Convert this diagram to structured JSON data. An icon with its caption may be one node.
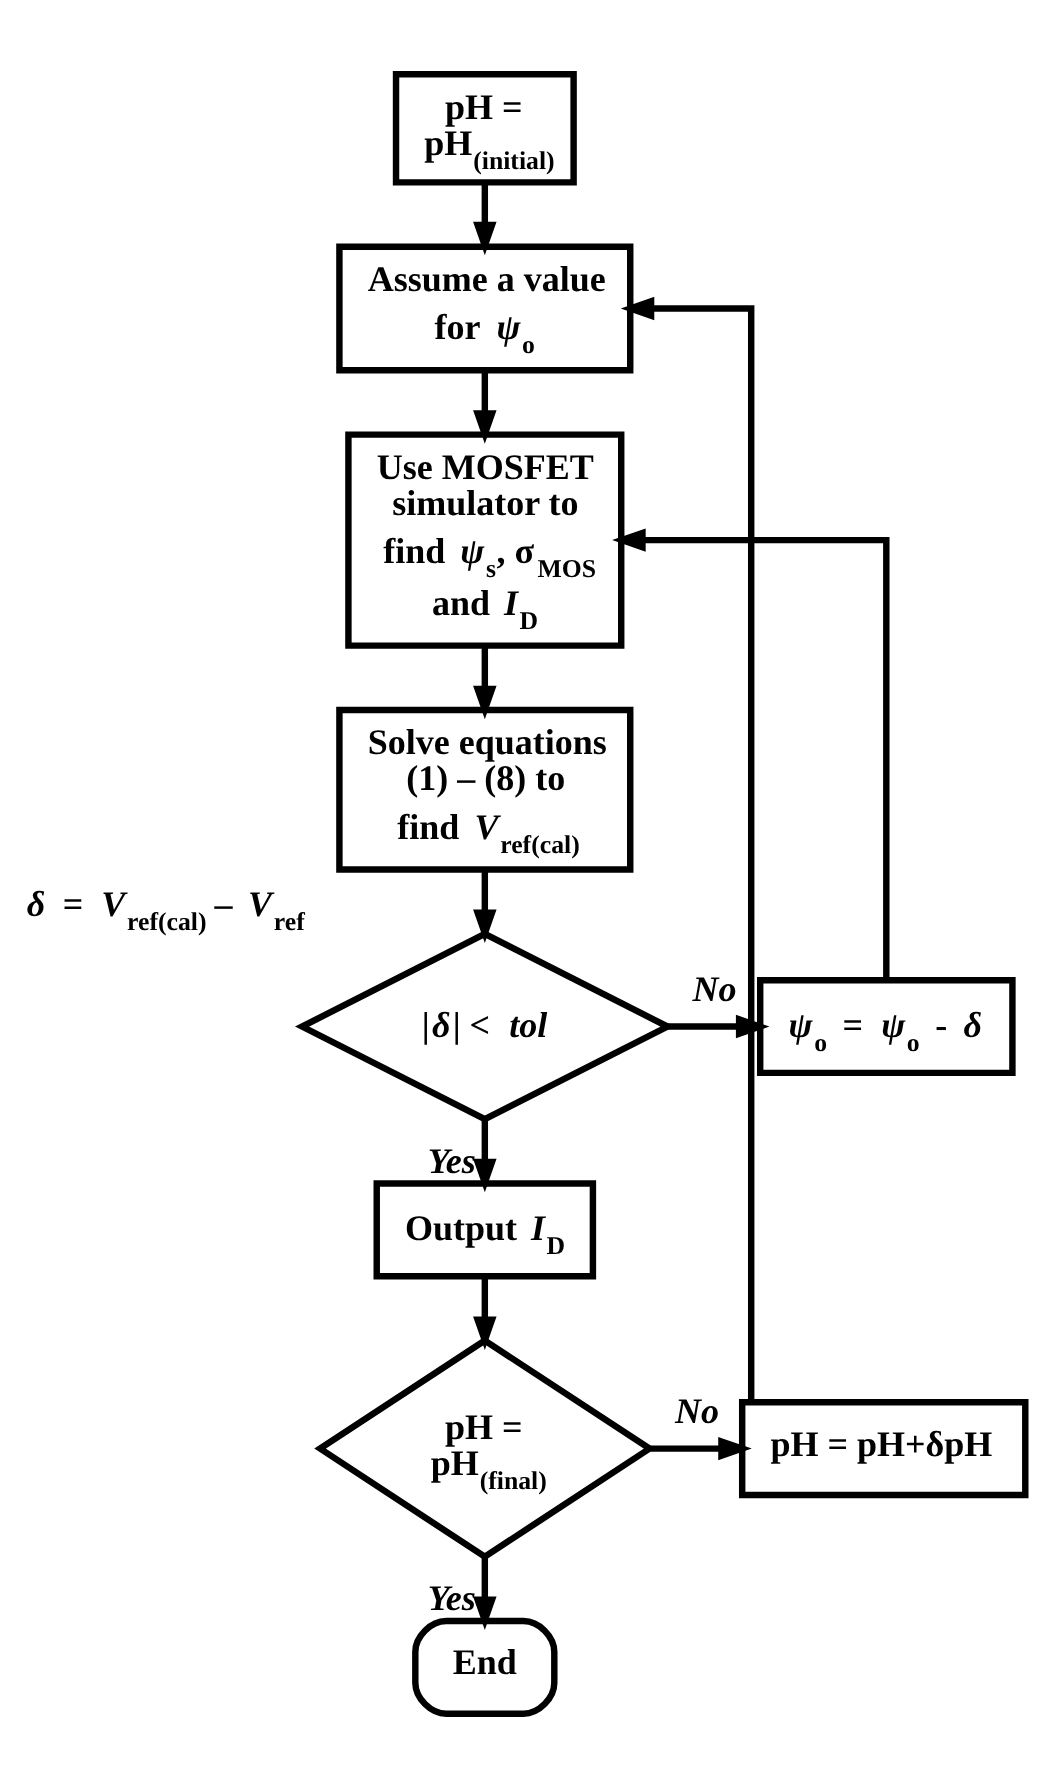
{
  "diagram": {
    "nodes": [
      {
        "text": [
          "pH = pH$_{(initial)}$"
        ]
      },
      {
        "text": [
          "Assume a value for *ψ*$_{o}$"
        ]
      },
      {
        "text": [
          "Use MOSFET simulator to find *ψ*$_{s}$, σ$_{MOS}$ and *I*$_{D}$"
        ]
      },
      {
        "text": [
          "Solve equations (1) – (8) to find *V*$_{ref(cal)}$"
        ]
      },
      {
        "text": [
          "|*δ*| < *tol*"
        ],
        "beside": [
          "*δ* = *V*$_{ref(cal)}$ – *V*$_{ref}$"
        ]
      },
      {
        "text": [
          "*ψ*$_{o}$ = *ψ*$_{o}$ - *δ*"
        ]
      },
      {
        "text": [
          "Output *I*$_{D}$"
        ]
      },
      {
        "text": [
          "pH = pH$_{(final)}$"
        ]
      },
      {
        "text": [
          "pH = pH+δpH"
        ]
      },
      {
        "text": [
          "End"
        ]
      }
    ],
    "edges": [
      {
        "from": 0,
        "to": 1,
        "arrow": "to"
      },
      {
        "from": 1,
        "to": 2,
        "arrow": "to"
      },
      {
        "from": 2,
        "to": 3,
        "arrow": "to"
      },
      {
        "from": 3,
        "to": 4,
        "arrow": "to"
      },
      {
        "from": 4,
        "to": 5,
        "arrow": "to",
        "label": "No"
      },
      {
        "from": 5,
        "to": 2,
        "arrow": "to"
      },
      {
        "from": 4,
        "to": 6,
        "arrow": "to",
        "label": "Yes"
      },
      {
        "from": 6,
        "to": 7,
        "arrow": "to"
      },
      {
        "from": 7,
        "to": 8,
        "arrow": "to",
        "label": "No"
      },
      {
        "from": 8,
        "to": 1,
        "arrow": "to"
      },
      {
        "from": 7,
        "to": 9,
        "arrow": "to",
        "label": "Yes"
      }
    ]
  }
}
